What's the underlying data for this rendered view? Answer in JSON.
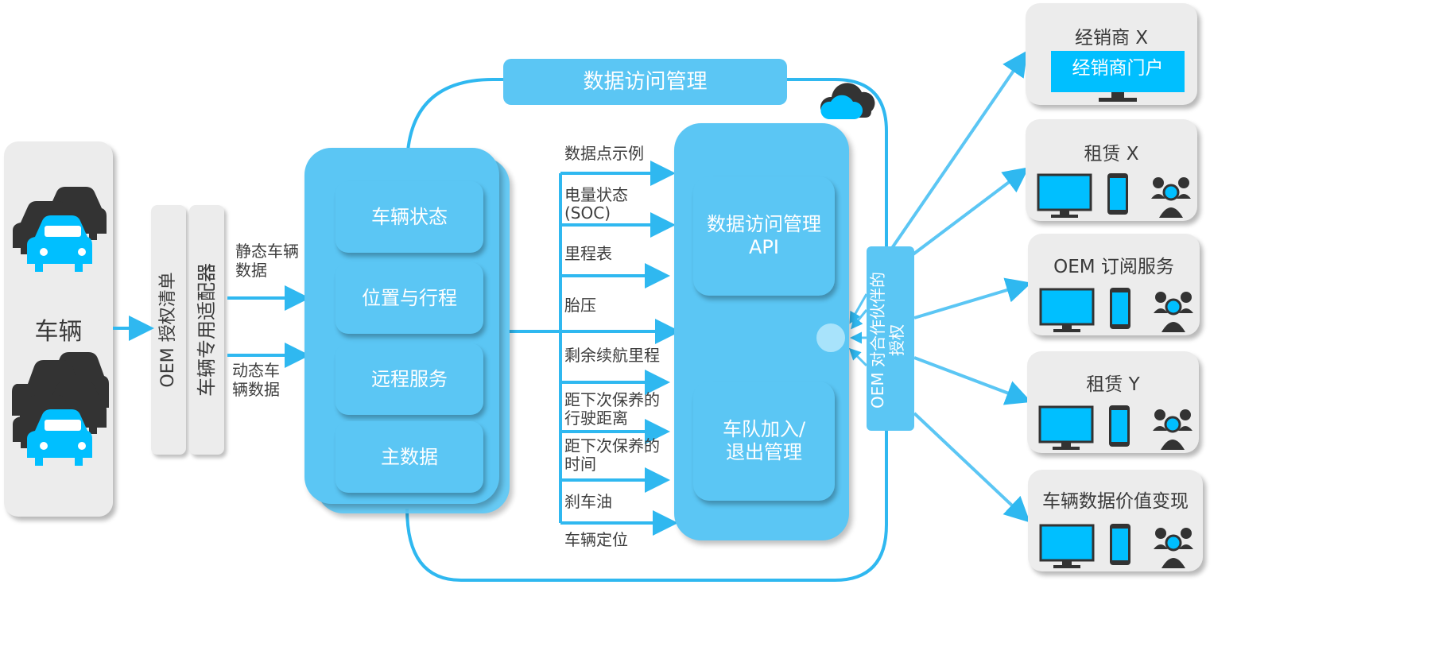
{
  "vehicle": {
    "label": "车辆"
  },
  "adapters": {
    "oem_list": "OEM 授权清单",
    "adapter": "车辆专用适配器"
  },
  "input_labels": {
    "static": "静态车辆\n数据",
    "dynamic": "动态车\n辆数据"
  },
  "data_access_title": "数据访问管理",
  "left_stack": {
    "items": [
      "车辆状态",
      "位置与行程",
      "远程服务",
      "主数据"
    ]
  },
  "data_points": {
    "header": "数据点示例",
    "items": [
      "电量状态\n(SOC)",
      "里程表",
      "胎压",
      "剩余续航里程",
      "距下次保养的\n行驶距离",
      "距下次保养的\n时间",
      "刹车油",
      "车辆定位"
    ]
  },
  "right_stack": {
    "api": "数据访问管理\nAPI",
    "fleet": "车队加入/\n退出管理"
  },
  "partner_auth": "OEM 对合作伙伴的\n授权",
  "consumers": [
    {
      "title": "经销商 X",
      "portal": "经销商门户"
    },
    {
      "title": "租赁 X"
    },
    {
      "title": "OEM 订阅服务"
    },
    {
      "title": "租赁 Y"
    },
    {
      "title": "车辆数据价值变现"
    }
  ],
  "colors": {
    "accent": "#00bfff",
    "box_blue": "#5bc6f4",
    "line_blue": "#2fb8f0",
    "car_dark": "#333333",
    "card_gray": "#ececec"
  },
  "icons": [
    "car-icon",
    "cloud-icon",
    "monitor-icon",
    "phone-icon",
    "people-icon"
  ]
}
